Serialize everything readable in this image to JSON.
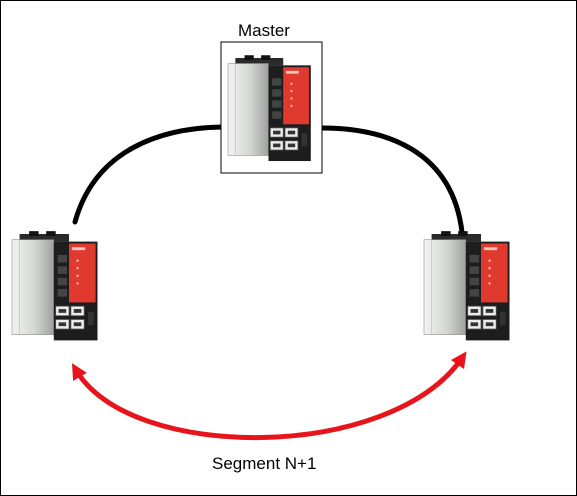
{
  "master_label": "Master",
  "segment_label": "Segment N+1",
  "colors": {
    "ring": "#000000",
    "segment": "#e8141c",
    "switch_front": "#e0392e",
    "switch_body": "#c9ccc9"
  },
  "nodes": [
    {
      "role": "master",
      "icon": "industrial-switch-icon"
    },
    {
      "role": "left",
      "icon": "industrial-switch-icon"
    },
    {
      "role": "right",
      "icon": "industrial-switch-icon"
    }
  ]
}
